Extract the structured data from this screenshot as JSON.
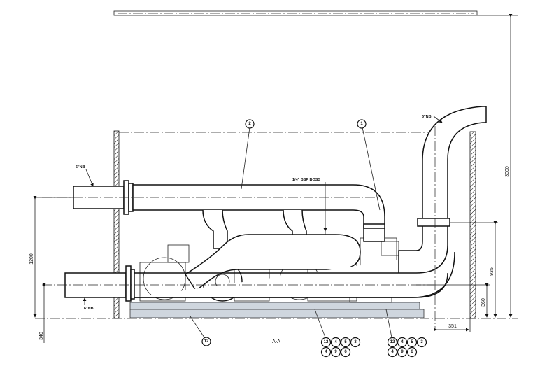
{
  "title": "A-A",
  "notes": {
    "pipe_label_upper": "6\"NB",
    "pipe_label_lower": "6\"NB",
    "pipe_label_riser": "6\"NB",
    "boss_label": "1/4\" BSP BOSS"
  },
  "dimensions": {
    "overall_height": "3000",
    "inlet_height": "1200",
    "lower_offset": "340",
    "flange_height": "935",
    "outlet_height": "360",
    "riser_offset": "351"
  },
  "balloons": {
    "top_left": "2",
    "top_right": "1",
    "skid": "12",
    "group_a": [
      "12",
      "4",
      "5",
      "3",
      "4",
      "9",
      "6"
    ],
    "group_b": [
      "12",
      "4",
      "5",
      "3",
      "4",
      "9",
      "6"
    ]
  }
}
